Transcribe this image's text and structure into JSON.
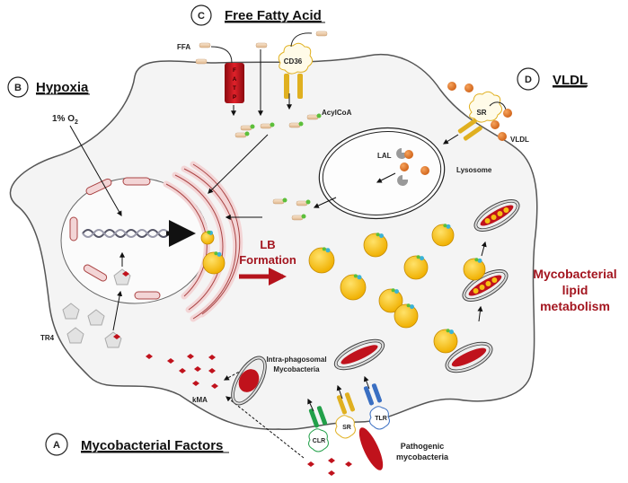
{
  "sections": {
    "a": {
      "letter": "A",
      "title": "Mycobacterial Factors"
    },
    "b": {
      "letter": "B",
      "title": "Hypoxia"
    },
    "c": {
      "letter": "C",
      "title": "Free Fatty Acid"
    },
    "d": {
      "letter": "D",
      "title": "VLDL"
    }
  },
  "labels": {
    "ffa": "FFA",
    "fatp": [
      "F",
      "A",
      "T",
      "P"
    ],
    "cd36": "CD36",
    "acylcoa": "AcylCoA",
    "o2_prefix": "1% O",
    "o2_sub": "2",
    "sr_top": "SR",
    "vldl": "VLDL",
    "lal": "LAL",
    "lysosome": "Lysosome",
    "lb_line1": "LB",
    "lb_line2": "Formation",
    "myco_line1": "Mycobacterial",
    "myco_line2": "lipid",
    "myco_line3": "metabolism",
    "tr4": "TR4",
    "kma": "kMA",
    "intra_line1": "Intra-phagosomal",
    "intra_line2": "Mycobacteria",
    "clr": "CLR",
    "sr_bottom": "SR",
    "tlr": "TLR",
    "patho_line1": "Pathogenic",
    "patho_line2": "mycobacteria"
  },
  "colors": {
    "cell_fill": "#f6f6f6",
    "membrane": "#555555",
    "er": "#c97f84",
    "er_fill": "#f3d5d6",
    "lipid_body": "#f6bf12",
    "bacteria": "#c0121c",
    "vldl": "#e07b26",
    "receptor_yellow": "#e0b020",
    "receptor_green": "#22a049",
    "receptor_blue": "#3a6fc2",
    "label_red": "#a3151f"
  }
}
